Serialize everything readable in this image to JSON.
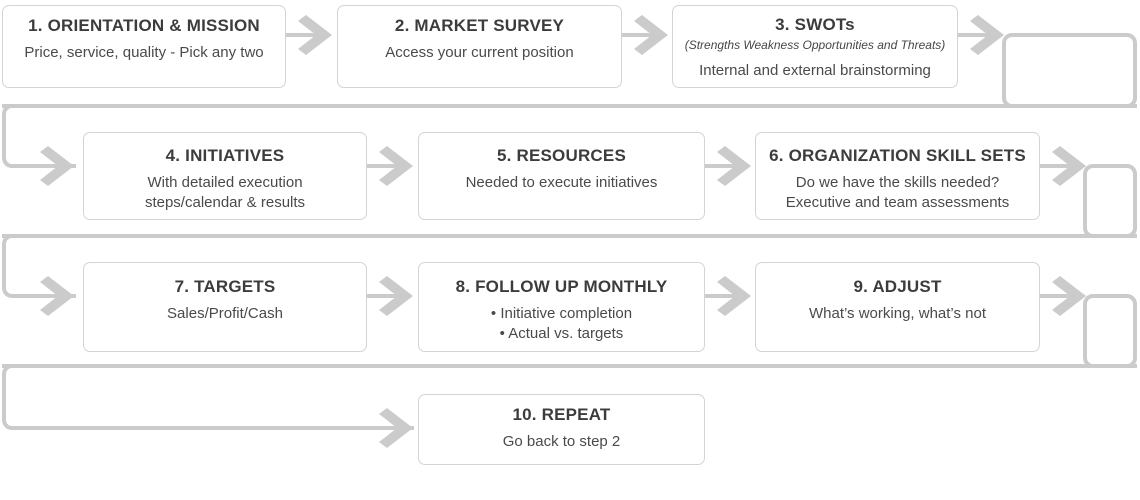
{
  "colors": {
    "background": "#ffffff",
    "box_border": "#d4d4d4",
    "connector": "#cbcbcb",
    "title_text": "#3c3c3c",
    "body_text": "#4a4a4a"
  },
  "steps": [
    {
      "title": "1. ORIENTATION & MISSION",
      "lines": [
        "Price, service, quality - Pick any two"
      ]
    },
    {
      "title": "2. MARKET SURVEY",
      "lines": [
        "Access your current position"
      ]
    },
    {
      "title": "3. SWOTs",
      "note": "(Strengths Weakness Opportunities and Threats)",
      "lines": [
        "Internal and external brainstorming"
      ]
    },
    {
      "title": "4. INITIATIVES",
      "lines": [
        "With detailed execution",
        "steps/calendar & results"
      ]
    },
    {
      "title": "5. RESOURCES",
      "lines": [
        "Needed to execute initiatives"
      ]
    },
    {
      "title": "6. ORGANIZATION SKILL SETS",
      "lines": [
        "Do we have the skills needed?",
        "Executive and team assessments"
      ]
    },
    {
      "title": "7. TARGETS",
      "lines": [
        "Sales/Profit/Cash"
      ]
    },
    {
      "title": "8. FOLLOW UP MONTHLY",
      "lines": [
        "• Initiative completion",
        "• Actual vs. targets"
      ]
    },
    {
      "title": "9. ADJUST",
      "lines": [
        "What’s working, what’s not"
      ]
    },
    {
      "title": "10. REPEAT",
      "lines": [
        "Go back to step 2"
      ]
    }
  ]
}
